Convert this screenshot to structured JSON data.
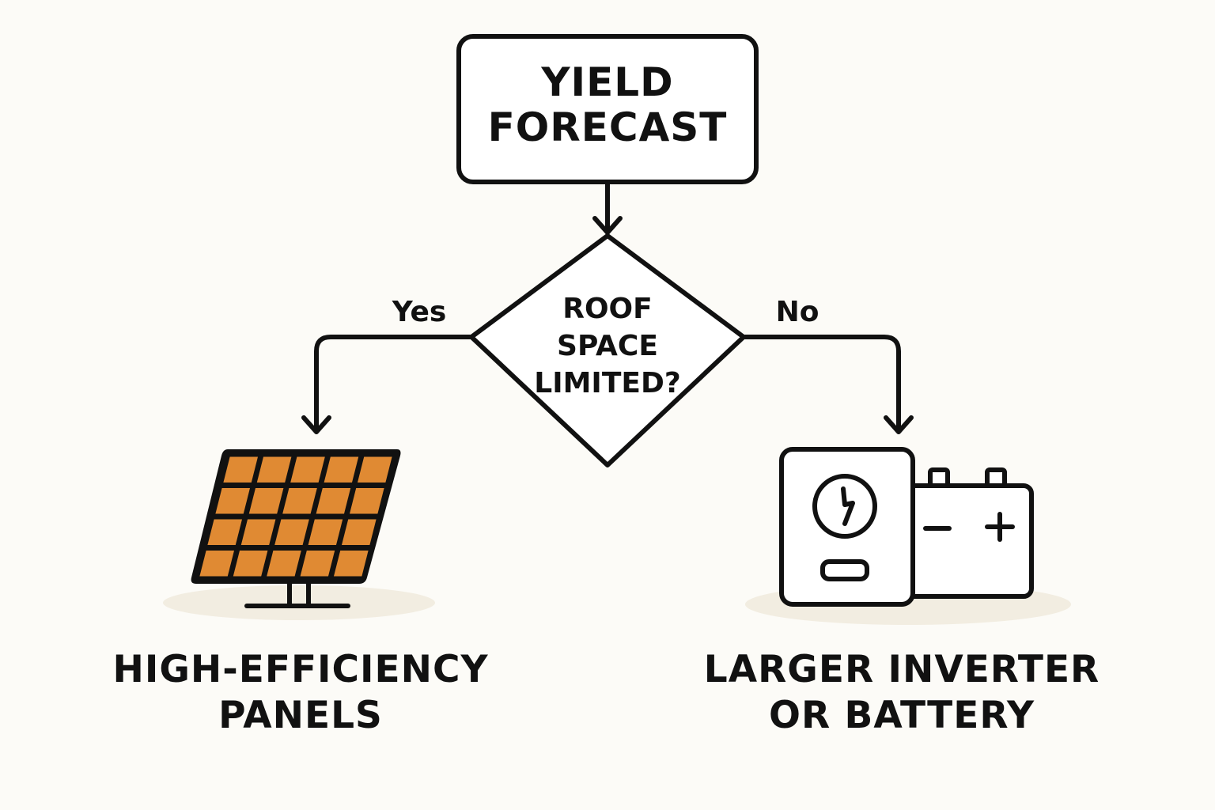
{
  "diagram": {
    "start_node": {
      "lines": [
        "YIELD",
        "FORECAST"
      ]
    },
    "decision_node": {
      "lines": [
        "ROOF",
        "SPACE",
        "LIMITED?"
      ]
    },
    "branch_yes": {
      "label": "Yes"
    },
    "branch_no": {
      "label": "No"
    },
    "outcome_left": {
      "lines": [
        "HIGH-EFFICIENCY",
        "PANELS"
      ],
      "icon": "solar-panel-icon"
    },
    "outcome_right": {
      "lines": [
        "LARGER INVERTER",
        "OR BATTERY"
      ],
      "icons": [
        "inverter-icon",
        "battery-icon"
      ]
    }
  },
  "colors": {
    "background": "#fcfbf7",
    "stroke": "#111111",
    "panel_cell": "#e08a33",
    "shadow": "#f2ede1"
  }
}
